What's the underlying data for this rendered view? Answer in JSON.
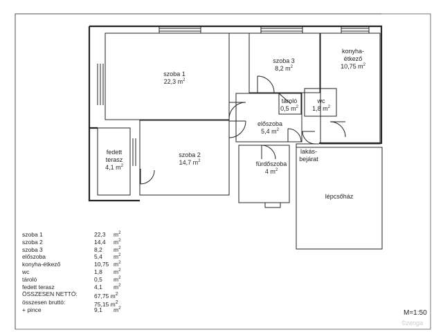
{
  "rooms": {
    "szoba1": {
      "name": "szoba 1",
      "area": "22,3 m",
      "exp": "2"
    },
    "szoba2": {
      "name": "szoba 2",
      "area": "14,7 m",
      "exp": "2"
    },
    "szoba3": {
      "name": "szoba 3",
      "area": "8,2 m",
      "exp": "2"
    },
    "konyha": {
      "name1": "konyha-",
      "name2": "étkező",
      "area": "10,75 m",
      "exp": "2"
    },
    "tarolo": {
      "name": "tároló",
      "area": "0,5 m",
      "exp": "2"
    },
    "wc": {
      "name": "wc",
      "area": "1,8 m",
      "exp": "2"
    },
    "eloszoba": {
      "name": "előszoba",
      "area": "5,4 m",
      "exp": "2"
    },
    "fedett": {
      "name1": "fedett",
      "name2": "terasz",
      "area": "4,1 m",
      "exp": "2"
    },
    "furdo": {
      "name": "fürdőszoba",
      "area": "4 m",
      "exp": "2"
    },
    "lakas": {
      "name1": "lakás-",
      "name2": "bejárat"
    },
    "lepcso": {
      "name": "lépcsőház"
    }
  },
  "summary": [
    {
      "name": "szoba 1",
      "value": "22,3",
      "unit": "m",
      "exp": "2"
    },
    {
      "name": "szoba 2",
      "value": "14,4",
      "unit": "m",
      "exp": "2"
    },
    {
      "name": "szoba 3",
      "value": "8,2",
      "unit": "m",
      "exp": "2"
    },
    {
      "name": "előszoba",
      "value": "5,4",
      "unit": "m",
      "exp": "2"
    },
    {
      "name": "konyha-étkező",
      "value": "10,75",
      "unit": "m",
      "exp": "2"
    },
    {
      "name": "wc",
      "value": "1,8",
      "unit": "m",
      "exp": "2"
    },
    {
      "name": "tároló",
      "value": "0,5",
      "unit": "m",
      "exp": "2"
    },
    {
      "name": "fedett terasz",
      "value": "4,1",
      "unit": "m",
      "exp": "2"
    },
    {
      "name": "ÖSSZESEN NETTÓ:",
      "value": "67,75 m",
      "unit": "",
      "exp": "2"
    },
    {
      "name": "összesen bruttó:",
      "value": "75,15 m",
      "unit": "",
      "exp": "2"
    },
    {
      "name": "+ pince",
      "value": "9,1",
      "unit": "m",
      "exp": "2"
    }
  ],
  "scale": "M=1:50",
  "watermark": "©zenga",
  "colors": {
    "wall": "#222222",
    "paper": "#ffffff"
  }
}
